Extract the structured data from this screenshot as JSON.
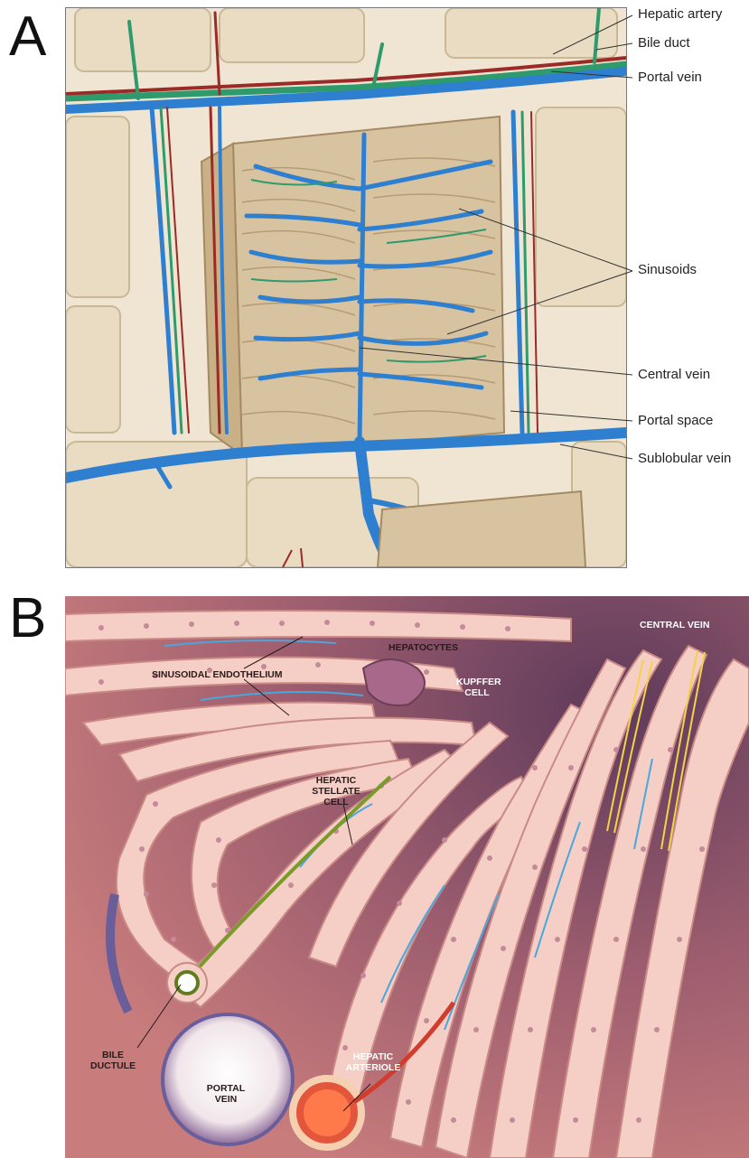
{
  "panel_a": {
    "letter": "A",
    "labels": {
      "hepatic_artery": "Hepatic artery",
      "bile_duct": "Bile duct",
      "portal_vein": "Portal vein",
      "sinusoids": "Sinusoids",
      "central_vein": "Central vein",
      "portal_space": "Portal space",
      "sublobular_vein": "Sublobular vein"
    }
  },
  "panel_b": {
    "letter": "B",
    "labels": {
      "central_vein": "CENTRAL VEIN",
      "hepatocytes": "HEPATOCYTES",
      "sinusoidal_endothelium": "SINUSOIDAL ENDOTHELIUM",
      "kupffer_cell_1": "KUPFFER",
      "kupffer_cell_2": "CELL",
      "hepatic_stellate_1": "HEPATIC",
      "hepatic_stellate_2": "STELLATE",
      "hepatic_stellate_3": "CELL",
      "bile_ductule_1": "BILE",
      "bile_ductule_2": "DUCTULE",
      "portal_vein_1": "PORTAL",
      "portal_vein_2": "VEIN",
      "hepatic_arteriole_1": "HEPATIC",
      "hepatic_arteriole_2": "ARTERIOLE"
    }
  },
  "colors": {
    "vein_blue": "#2f7fd0",
    "bile_green": "#2f9a6c",
    "artery_red": "#9c2a26",
    "parenchyma_tan": "#d8c3a0",
    "tissue_pink": "#f3c8c0",
    "cell_nucleus": "#c58a9a",
    "central_vein_purple": "#5e3a5a"
  }
}
